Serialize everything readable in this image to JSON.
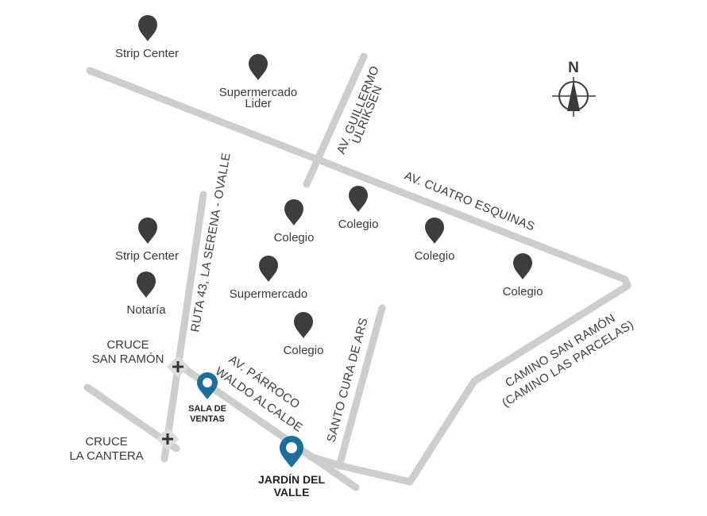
{
  "colors": {
    "road": "#cdcdcd",
    "poi_pin": "#3d3d3d",
    "highlight_pin": "#1c6e9c",
    "text": "#3a3a3a"
  },
  "compass": {
    "north_label": "N",
    "icon": "compass-rose-icon"
  },
  "roads": {
    "cuatro_esquinas": "AV. CUATRO ESQUINAS",
    "guillermo_ulriksen_1": "AV. GUILLERMO",
    "guillermo_ulriksen_2": "ULRIKSEN",
    "ruta_43": "RUTA 43, LA SERENA - OVALLE",
    "parroco_1": "AV. PÁRROCO",
    "parroco_2": "WALDO ALCALDE",
    "santo_cura": "SANTO CURA DE ARS",
    "camino_san_ramon_1": "CAMINO SAN RAMÓN",
    "camino_san_ramon_2": "(CAMINO LAS PARCELAS)"
  },
  "intersections": {
    "san_ramon_1": "CRUCE",
    "san_ramon_2": "SAN RAMÓN",
    "la_cantera_1": "CRUCE",
    "la_cantera_2": "LA CANTERA"
  },
  "pois": {
    "strip_center_north": "Strip Center",
    "supermercado_lider_1": "Supermercado",
    "supermercado_lider_2": "Lider",
    "colegio_1": "Colegio",
    "colegio_2": "Colegio",
    "colegio_3": "Colegio",
    "colegio_4": "Colegio",
    "colegio_5": "Colegio",
    "strip_center_west": "Strip Center",
    "notaria": "Notaría",
    "supermercado": "Supermercado"
  },
  "highlights": {
    "sales_1": "SALA DE",
    "sales_2": "VENTAS",
    "project_1": "JARDÍN DEL",
    "project_2": "VALLE"
  }
}
